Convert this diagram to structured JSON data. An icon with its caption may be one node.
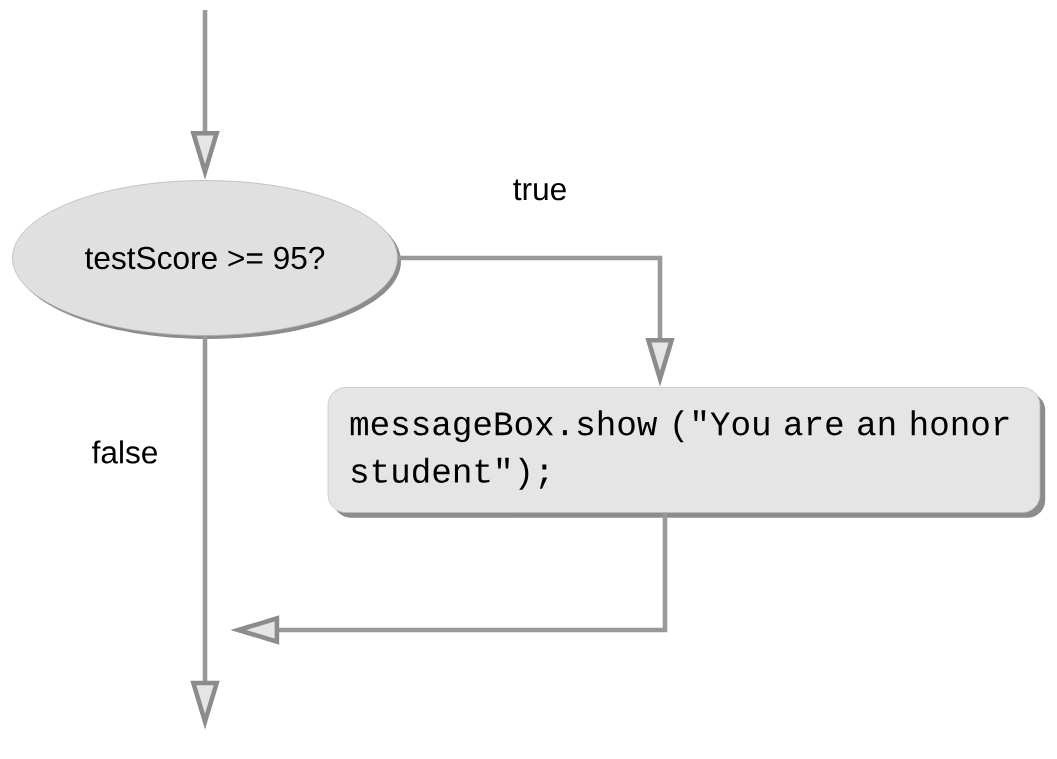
{
  "diagram": {
    "nodes": [
      {
        "text": [
          "testScore >= 95?"
        ]
      },
      {
        "text": [
          "messageBox.show (\"You are an honor student\");"
        ]
      }
    ],
    "edges": [
      {
        "from": null,
        "to": 0,
        "arrow": "to"
      },
      {
        "from": 0,
        "to": 1,
        "arrow": "to",
        "label": "true"
      },
      {
        "from": 1,
        "to": null,
        "arrow": "to"
      },
      {
        "from": 0,
        "to": null,
        "arrow": "to",
        "label": "false"
      }
    ]
  }
}
